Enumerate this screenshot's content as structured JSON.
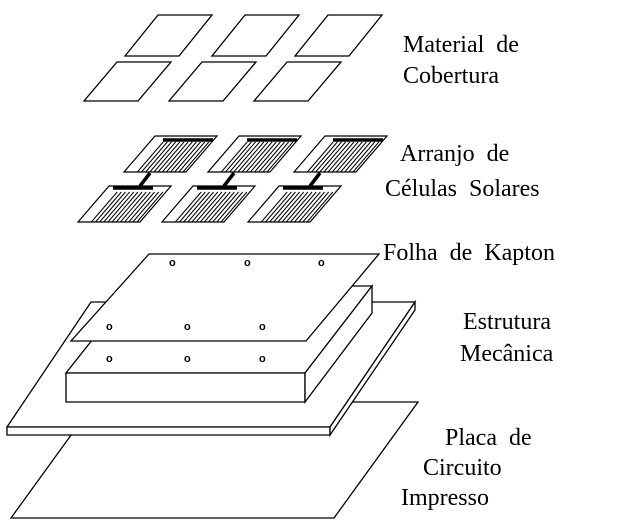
{
  "labels": {
    "cover_line1": "Material  de",
    "cover_line2": "Cobertura",
    "cells_line1": "Arranjo  de",
    "cells_line2": "Células  Solares",
    "kapton": "Folha  de  Kapton",
    "structure_line1": "Estrutura",
    "structure_line2": "Mecânica",
    "pcb_line1": "Placa  de",
    "pcb_line2": "Circuito",
    "pcb_line3": "Impresso"
  },
  "hole_mark": "o"
}
